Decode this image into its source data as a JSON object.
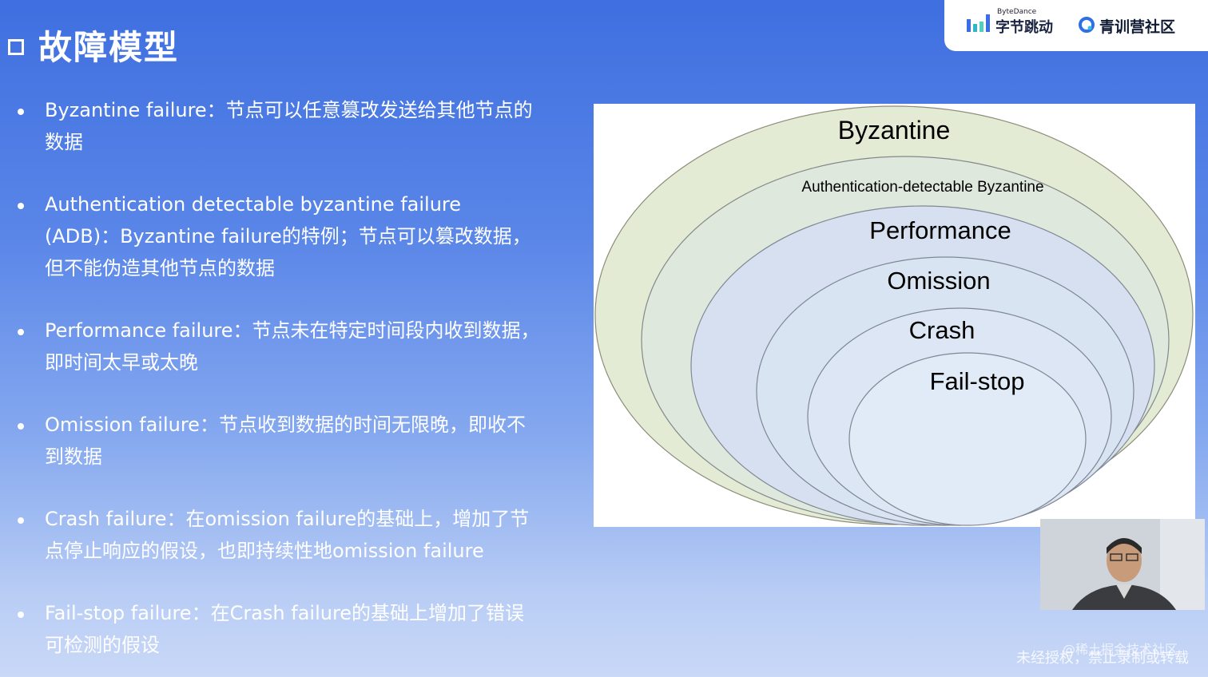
{
  "header": {
    "title": "故障模型"
  },
  "logos": {
    "bytedance_small": "ByteDance",
    "bytedance_name": "字节跳动",
    "camp_name": "青训营社区"
  },
  "bullets": [
    {
      "text": "Byzantine failure：节点可以任意篡改发送给其他节点的数据"
    },
    {
      "text": "Authentication detectable byzantine failure (ADB)：Byzantine failure的特例；节点可以篡改数据，但不能伪造其他节点的数据"
    },
    {
      "text": "Performance failure：节点未在特定时间段内收到数据，即时间太早或太晚"
    },
    {
      "text": "Omission failure：节点收到数据的时间无限晚，即收不到数据"
    },
    {
      "text": "Crash failure：在omission failure的基础上，增加了节点停止响应的假设，也即持续性地omission failure"
    },
    {
      "text": "Fail-stop failure：在Crash failure的基础上增加了错误可检测的假设"
    }
  ],
  "diagram": {
    "labels": [
      "Byzantine",
      "Authentication-detectable Byzantine",
      "Performance",
      "Omission",
      "Crash",
      "Fail-stop"
    ],
    "colors": {
      "byzantine": "#e4ebd4",
      "adb": "#dfe8dc",
      "performance": "#d6e0f0",
      "omission": "#d9e4f3",
      "crash": "#dce6f4",
      "failstop": "#e1ebf7"
    }
  },
  "footer": {
    "source": "@稀土掘金技术社区",
    "notice": "未经授权，禁止录制或转载"
  }
}
